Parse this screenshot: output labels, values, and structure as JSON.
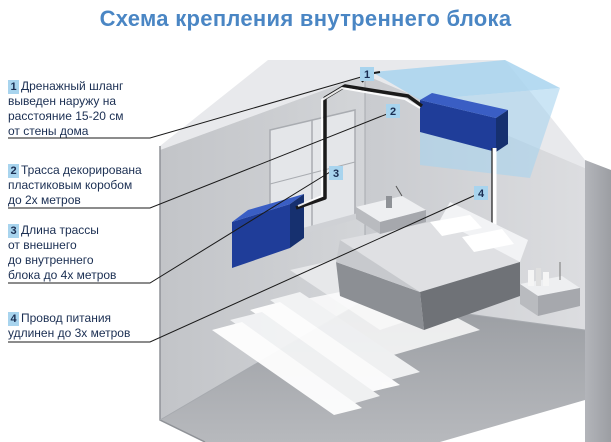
{
  "title": "Схема крепления внутреннего блока",
  "callouts": [
    {
      "num": "1",
      "lines": [
        "Дренажный шланг",
        "выведен наружу на",
        "расстояние 15-20 см",
        "от стены дома"
      ]
    },
    {
      "num": "2",
      "lines": [
        "Трасса декорирована",
        "пластиковым коробом",
        "до 2х метров"
      ]
    },
    {
      "num": "3",
      "lines": [
        "Длина трассы",
        "от внешнего",
        "до внутреннего",
        "блока до 4х метров"
      ]
    },
    {
      "num": "4",
      "lines": [
        "Провод питания",
        "удлинен до 3х метров"
      ]
    }
  ],
  "markers": [
    "1",
    "2",
    "3",
    "4"
  ],
  "colors": {
    "title": "#4a86c4",
    "label_text": "#1a2e52",
    "number_badge": "#a8d4ee",
    "unit_blue": "#1f3d99",
    "duct": "#ffffff",
    "pipe": "#1a1a1a",
    "highlight_panel": "#a8d4ee"
  }
}
